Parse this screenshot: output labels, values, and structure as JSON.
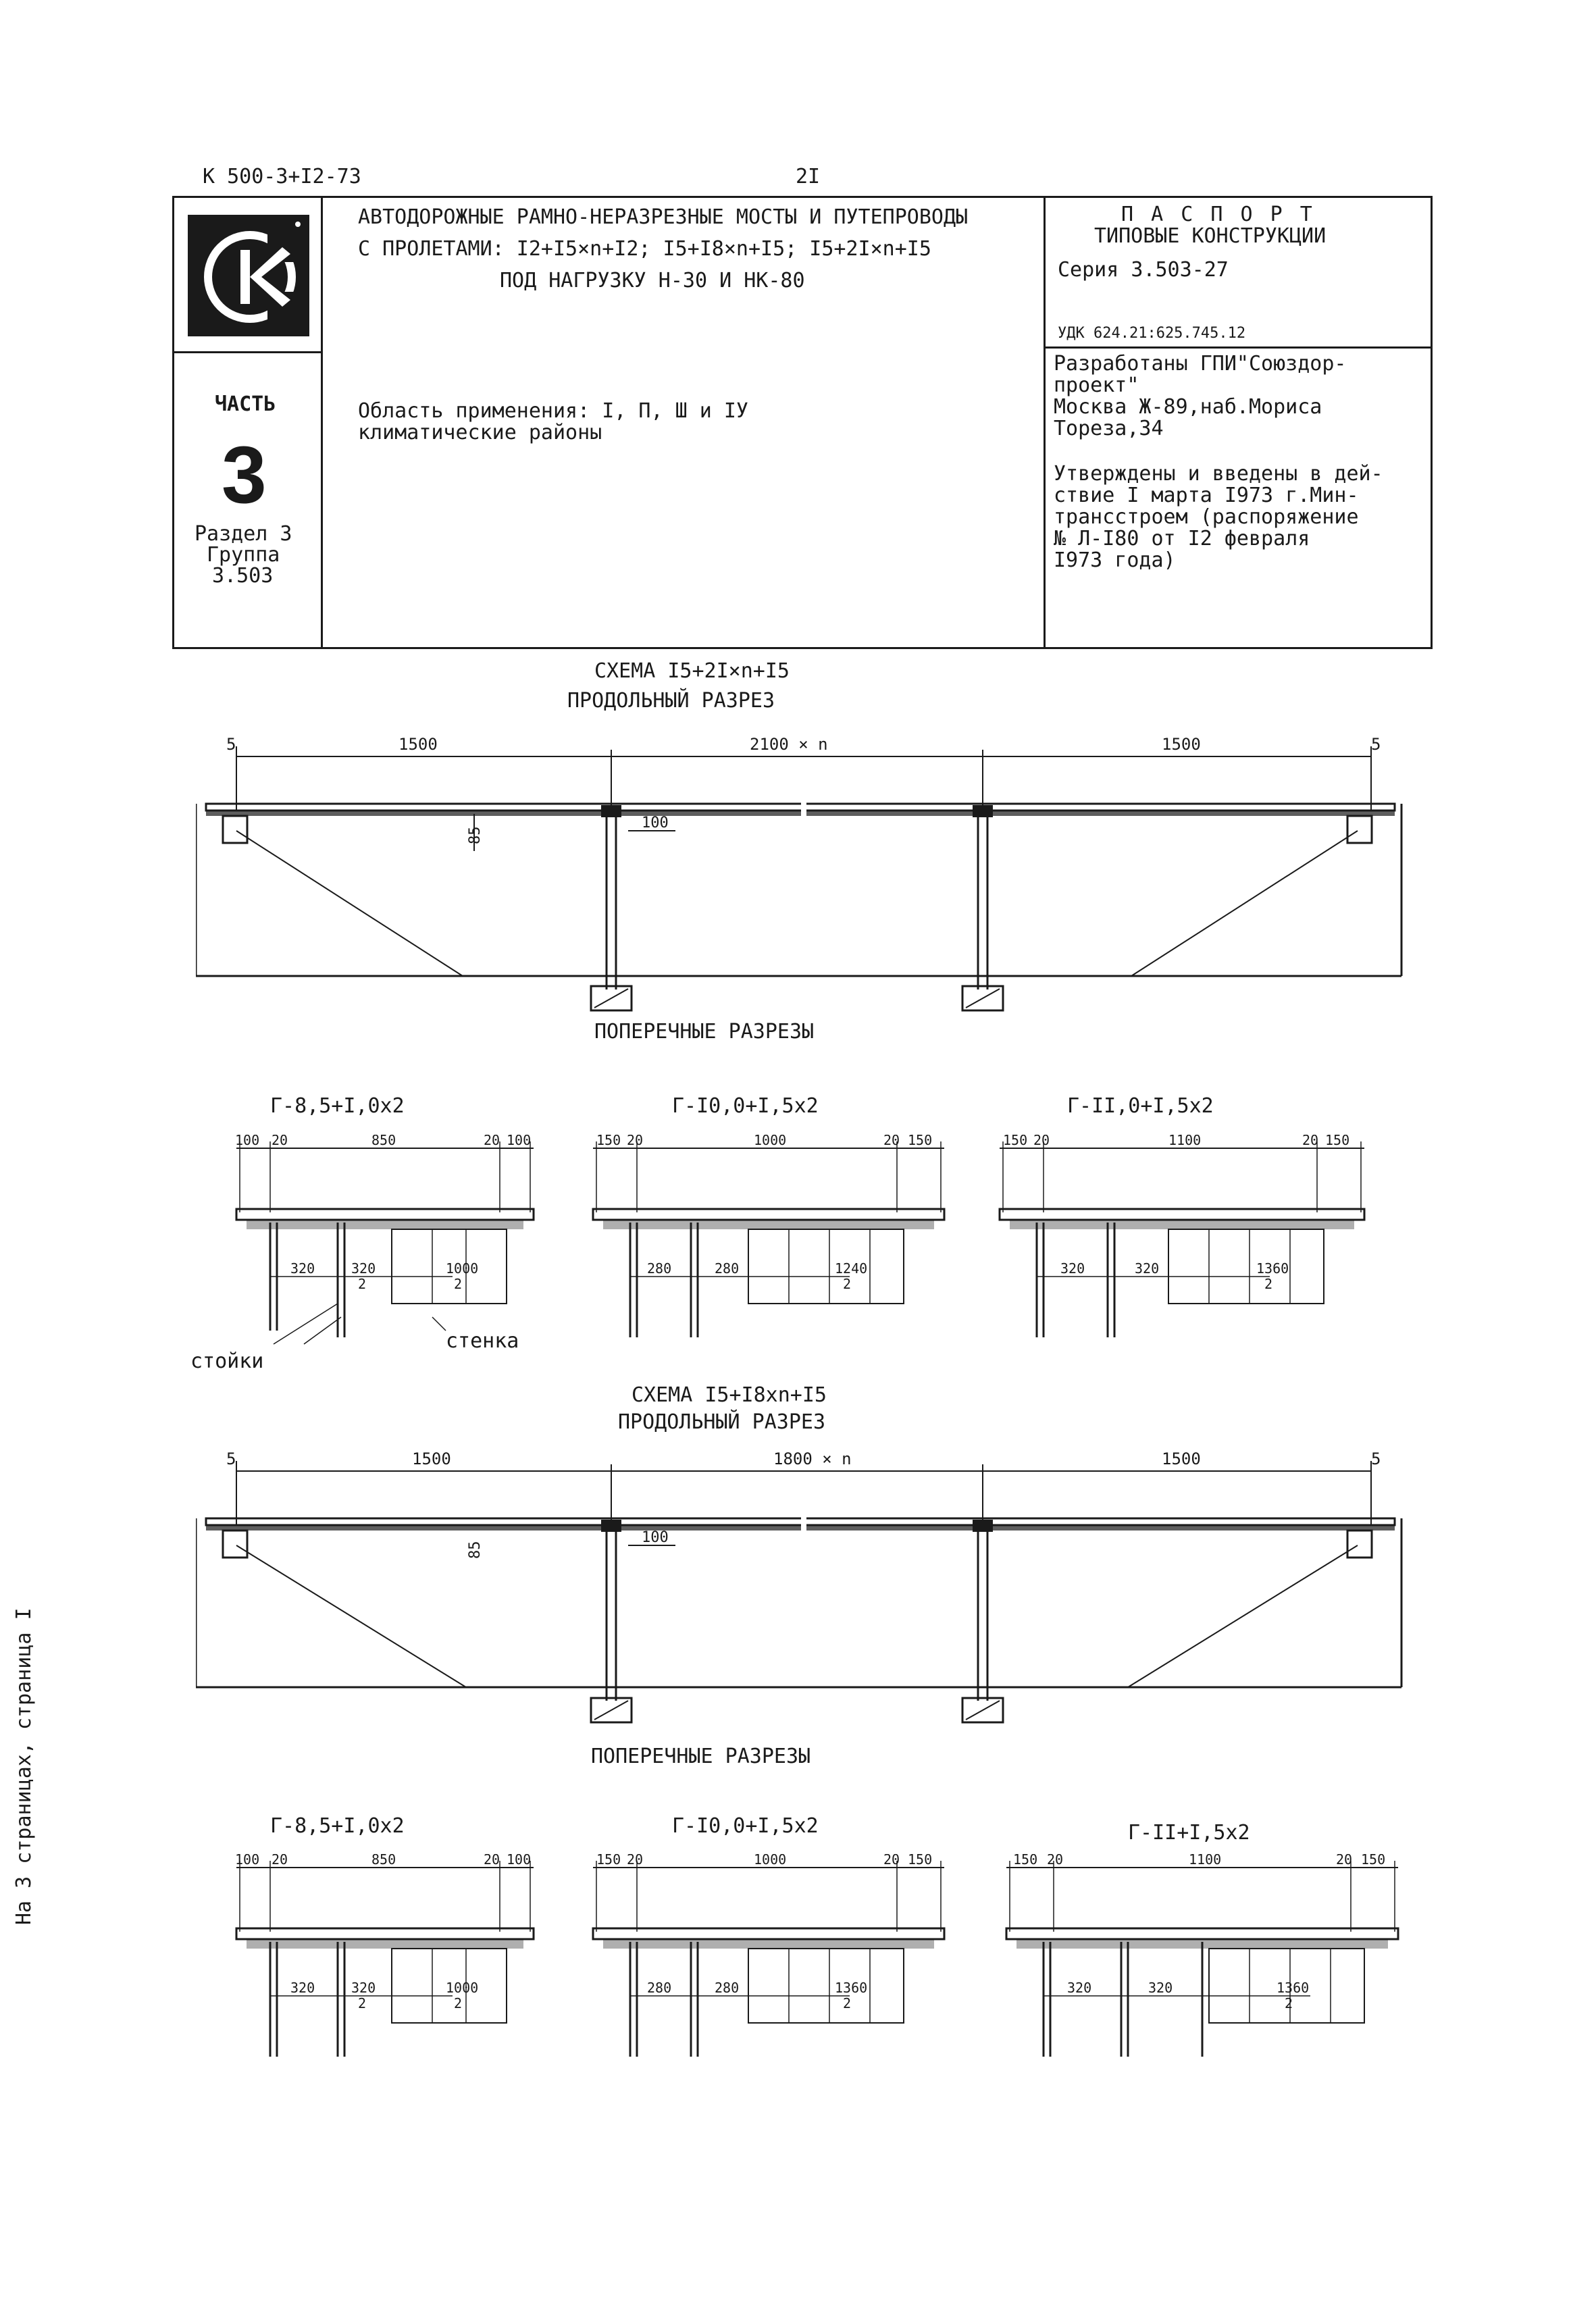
{
  "header": {
    "code": "К 500-3+I2-73",
    "page_number": "2I"
  },
  "title_block": {
    "title_lines": [
      "АВТОДОРОЖНЫЕ РАМНО-НЕРАЗРЕЗНЫЕ МОСТЫ И ПУТЕПРОВОДЫ",
      "С ПРОЛЕТАМИ: I2+I5×n+I2; I5+I8×n+I5; I5+2I×n+I5",
      "ПОД НАГРУЗКУ Н-30 И НК-80"
    ],
    "application_lines": [
      "Область применения: I, П, Ш и IУ",
      "климатические районы"
    ],
    "part_label": "ЧАСТЬ",
    "part_number": "3",
    "section_lines": [
      "Раздел 3",
      "Группа",
      "3.503"
    ],
    "passport_title": "П А С П О Р Т",
    "passport_subtitle": "ТИПОВЫЕ КОНСТРУКЦИИ",
    "series": "Серия 3.503-27",
    "udk": "УДК 624.21:625.745.12",
    "developer_lines": [
      "Разработаны ГПИ\"Союздор-",
      "проект\"",
      "Москва Ж-89,наб.Мориса",
      "Тореза,34"
    ],
    "approval_lines": [
      "Утверждены и введены в дей-",
      "ствие I марта I973 г.Мин-",
      "трансстроем (распоряжение",
      "№ Л-I80 от I2 февраля",
      "I973 года)"
    ]
  },
  "scheme1": {
    "title": "СХЕМА I5+2I×n+I5",
    "subtitle": "ПРОДОЛЬНЫЙ РАЗРЕЗ",
    "dim_end_left": "5",
    "dim_span_left": "1500",
    "dim_span_mid": "2100 × n",
    "dim_span_right": "1500",
    "dim_end_right": "5",
    "dim_height": "85",
    "dim_pier": "100",
    "cross_title": "ПОПЕРЕЧНЫЕ РАЗРЕЗЫ",
    "sections": [
      {
        "label": "Г-8,5+I,0х2",
        "dims": [
          "100",
          "20",
          "850",
          "20",
          "100"
        ],
        "spans": [
          "320",
          "320",
          "1000"
        ],
        "den": "2"
      },
      {
        "label": "Г-I0,0+I,5х2",
        "dims": [
          "150",
          "20",
          "1000",
          "20",
          "150"
        ],
        "spans": [
          "280",
          "280",
          "1240"
        ],
        "den": "2"
      },
      {
        "label": "Г-II,0+I,5х2",
        "dims": [
          "150",
          "20",
          "1100",
          "20",
          "150"
        ],
        "spans": [
          "320",
          "320",
          "1360"
        ],
        "den": "2"
      }
    ],
    "callout_posts": "стойки",
    "callout_wall": "стенка"
  },
  "scheme2": {
    "title": "СХЕМА I5+I8хn+I5",
    "subtitle": "ПРОДОЛЬНЫЙ РАЗРЕЗ",
    "dim_end_left": "5",
    "dim_span_left": "1500",
    "dim_span_mid": "1800 × n",
    "dim_span_right": "1500",
    "dim_end_right": "5",
    "dim_height": "85",
    "dim_pier": "100",
    "cross_title": "ПОПЕРЕЧНЫЕ РАЗРЕЗЫ",
    "sections": [
      {
        "label": "Г-8,5+I,0х2",
        "dims": [
          "100",
          "20",
          "850",
          "20",
          "100"
        ],
        "spans": [
          "320",
          "320",
          "1000"
        ],
        "den": "2"
      },
      {
        "label": "Г-I0,0+I,5х2",
        "dims": [
          "150",
          "20",
          "1000",
          "20",
          "150"
        ],
        "spans": [
          "280",
          "280",
          "1360"
        ],
        "den": "2"
      },
      {
        "label": "Г-II+I,5х2",
        "dims": [
          "150",
          "20",
          "1100",
          "20",
          "150"
        ],
        "spans": [
          "320",
          "320",
          "1360"
        ],
        "den": "2"
      }
    ]
  },
  "side_note": "На 3 страницах, страница I"
}
